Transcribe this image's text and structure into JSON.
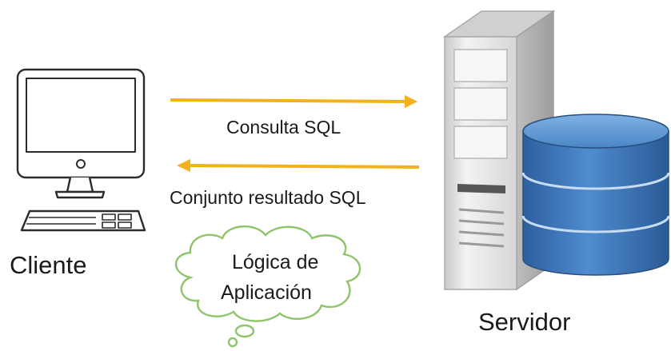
{
  "labels": {
    "cliente": "Cliente",
    "servidor": "Servidor",
    "consulta": "Consulta SQL",
    "conjunto": "Conjunto resultado SQL",
    "logica_line1": "Lógica de",
    "logica_line2": "Aplicación"
  },
  "colors": {
    "arrow": "#f2b21b",
    "cloud_stroke": "#8fc46a",
    "db_blue": "#3f77b8",
    "server_gray": "#e8e8e8",
    "monitor_stroke": "#2b2b2b"
  },
  "icons": [
    "desktop-computer-icon",
    "server-tower-icon",
    "database-cylinder-icon",
    "thought-cloud-icon"
  ]
}
